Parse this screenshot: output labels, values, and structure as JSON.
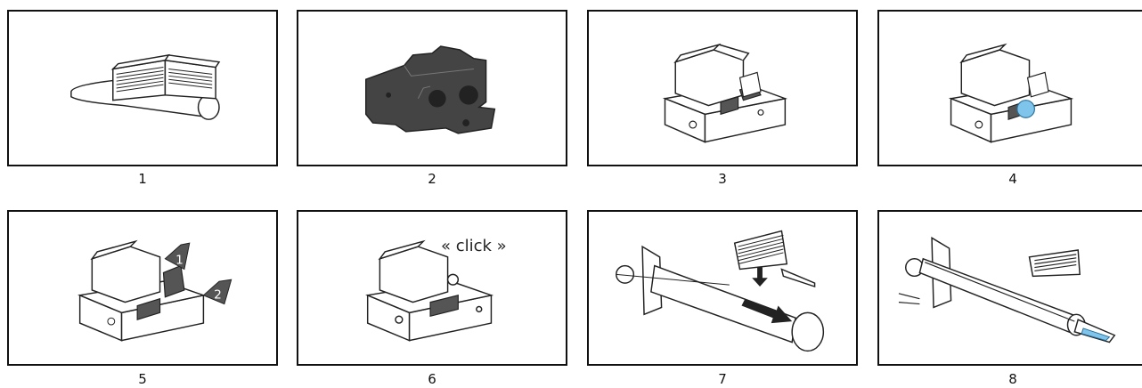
{
  "steps": [
    {
      "number": "1"
    },
    {
      "number": "2"
    },
    {
      "number": "3"
    },
    {
      "number": "4"
    },
    {
      "number": "5",
      "badges": [
        "1",
        "2"
      ]
    },
    {
      "number": "6",
      "label": "« click »"
    },
    {
      "number": "7"
    },
    {
      "number": "8"
    }
  ],
  "colors": {
    "dark_part": "#444444",
    "cleaning_fluid": "#7fc4ea",
    "line": "#222222"
  }
}
